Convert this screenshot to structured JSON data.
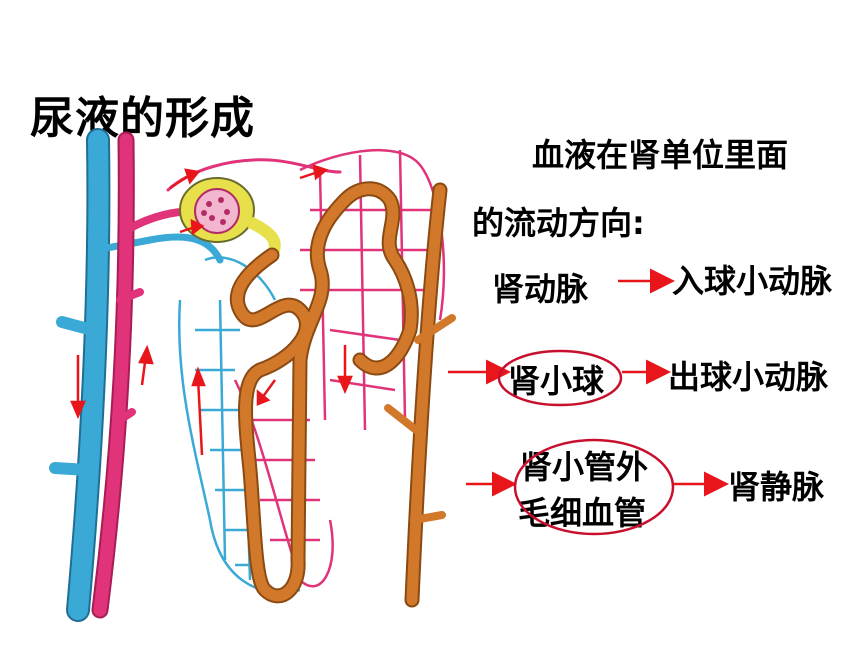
{
  "title": "尿液的形成",
  "description": {
    "line1": "血液在肾单位里面",
    "line2": "的流动方向:"
  },
  "flow": {
    "renal_artery": "肾动脉",
    "afferent_arteriole": "入球小动脉",
    "glomerulus": "肾小球",
    "efferent_arteriole": "出球小动脉",
    "peritubular_line1": "肾小管外",
    "peritubular_line2": "毛细血管",
    "renal_vein": "肾静脉"
  },
  "colors": {
    "artery": "#e0337a",
    "vein": "#3ba9d6",
    "tubule": "#d2782b",
    "capsule": "#e8e04a",
    "arrow": "#e8151b",
    "ellipse": "#c8102e"
  }
}
